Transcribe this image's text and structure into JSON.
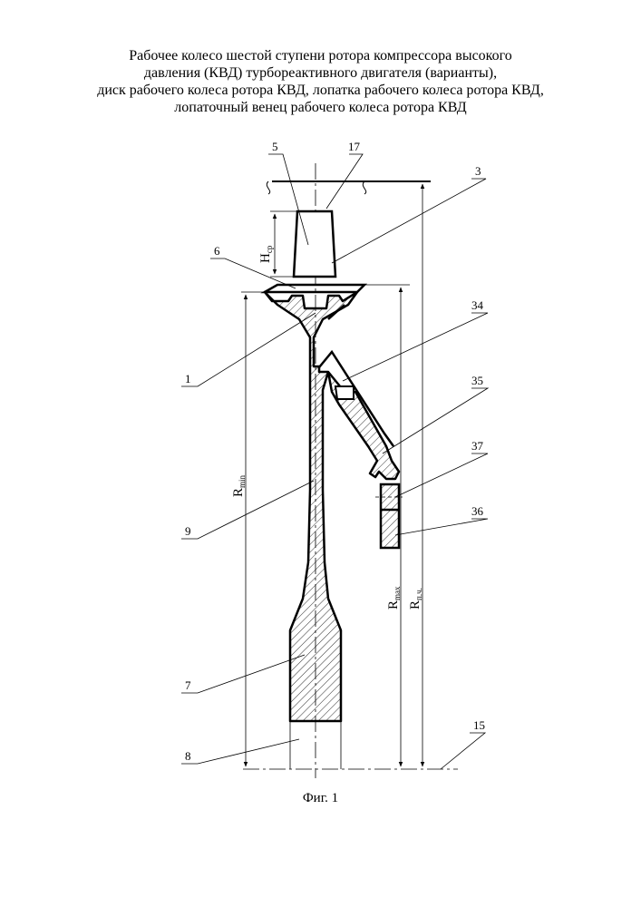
{
  "title_lines": [
    "Рабочее колесо шестой ступени ротора компрессора высокого",
    "давления (КВД) турбореактивного двигателя (варианты),",
    "диск рабочего колеса ротора КВД, лопатка рабочего колеса ротора КВД,",
    "лопаточный венец рабочего колеса ротора КВД"
  ],
  "callouts": {
    "c1": "1",
    "c3": "3",
    "c5": "5",
    "c6": "6",
    "c7": "7",
    "c8": "8",
    "c9": "9",
    "c15": "15",
    "c17": "17",
    "c34": "34",
    "c35": "35",
    "c36": "36",
    "c37": "37"
  },
  "dimensions": {
    "h_main": "H",
    "h_sub": "ср",
    "rmin_main": "R",
    "rmin_sub": "min",
    "rmax_main": "R",
    "rmax_sub": "max",
    "rpch_main": "R",
    "rpch_sub": "п.ч."
  },
  "caption": "Фиг. 1"
}
